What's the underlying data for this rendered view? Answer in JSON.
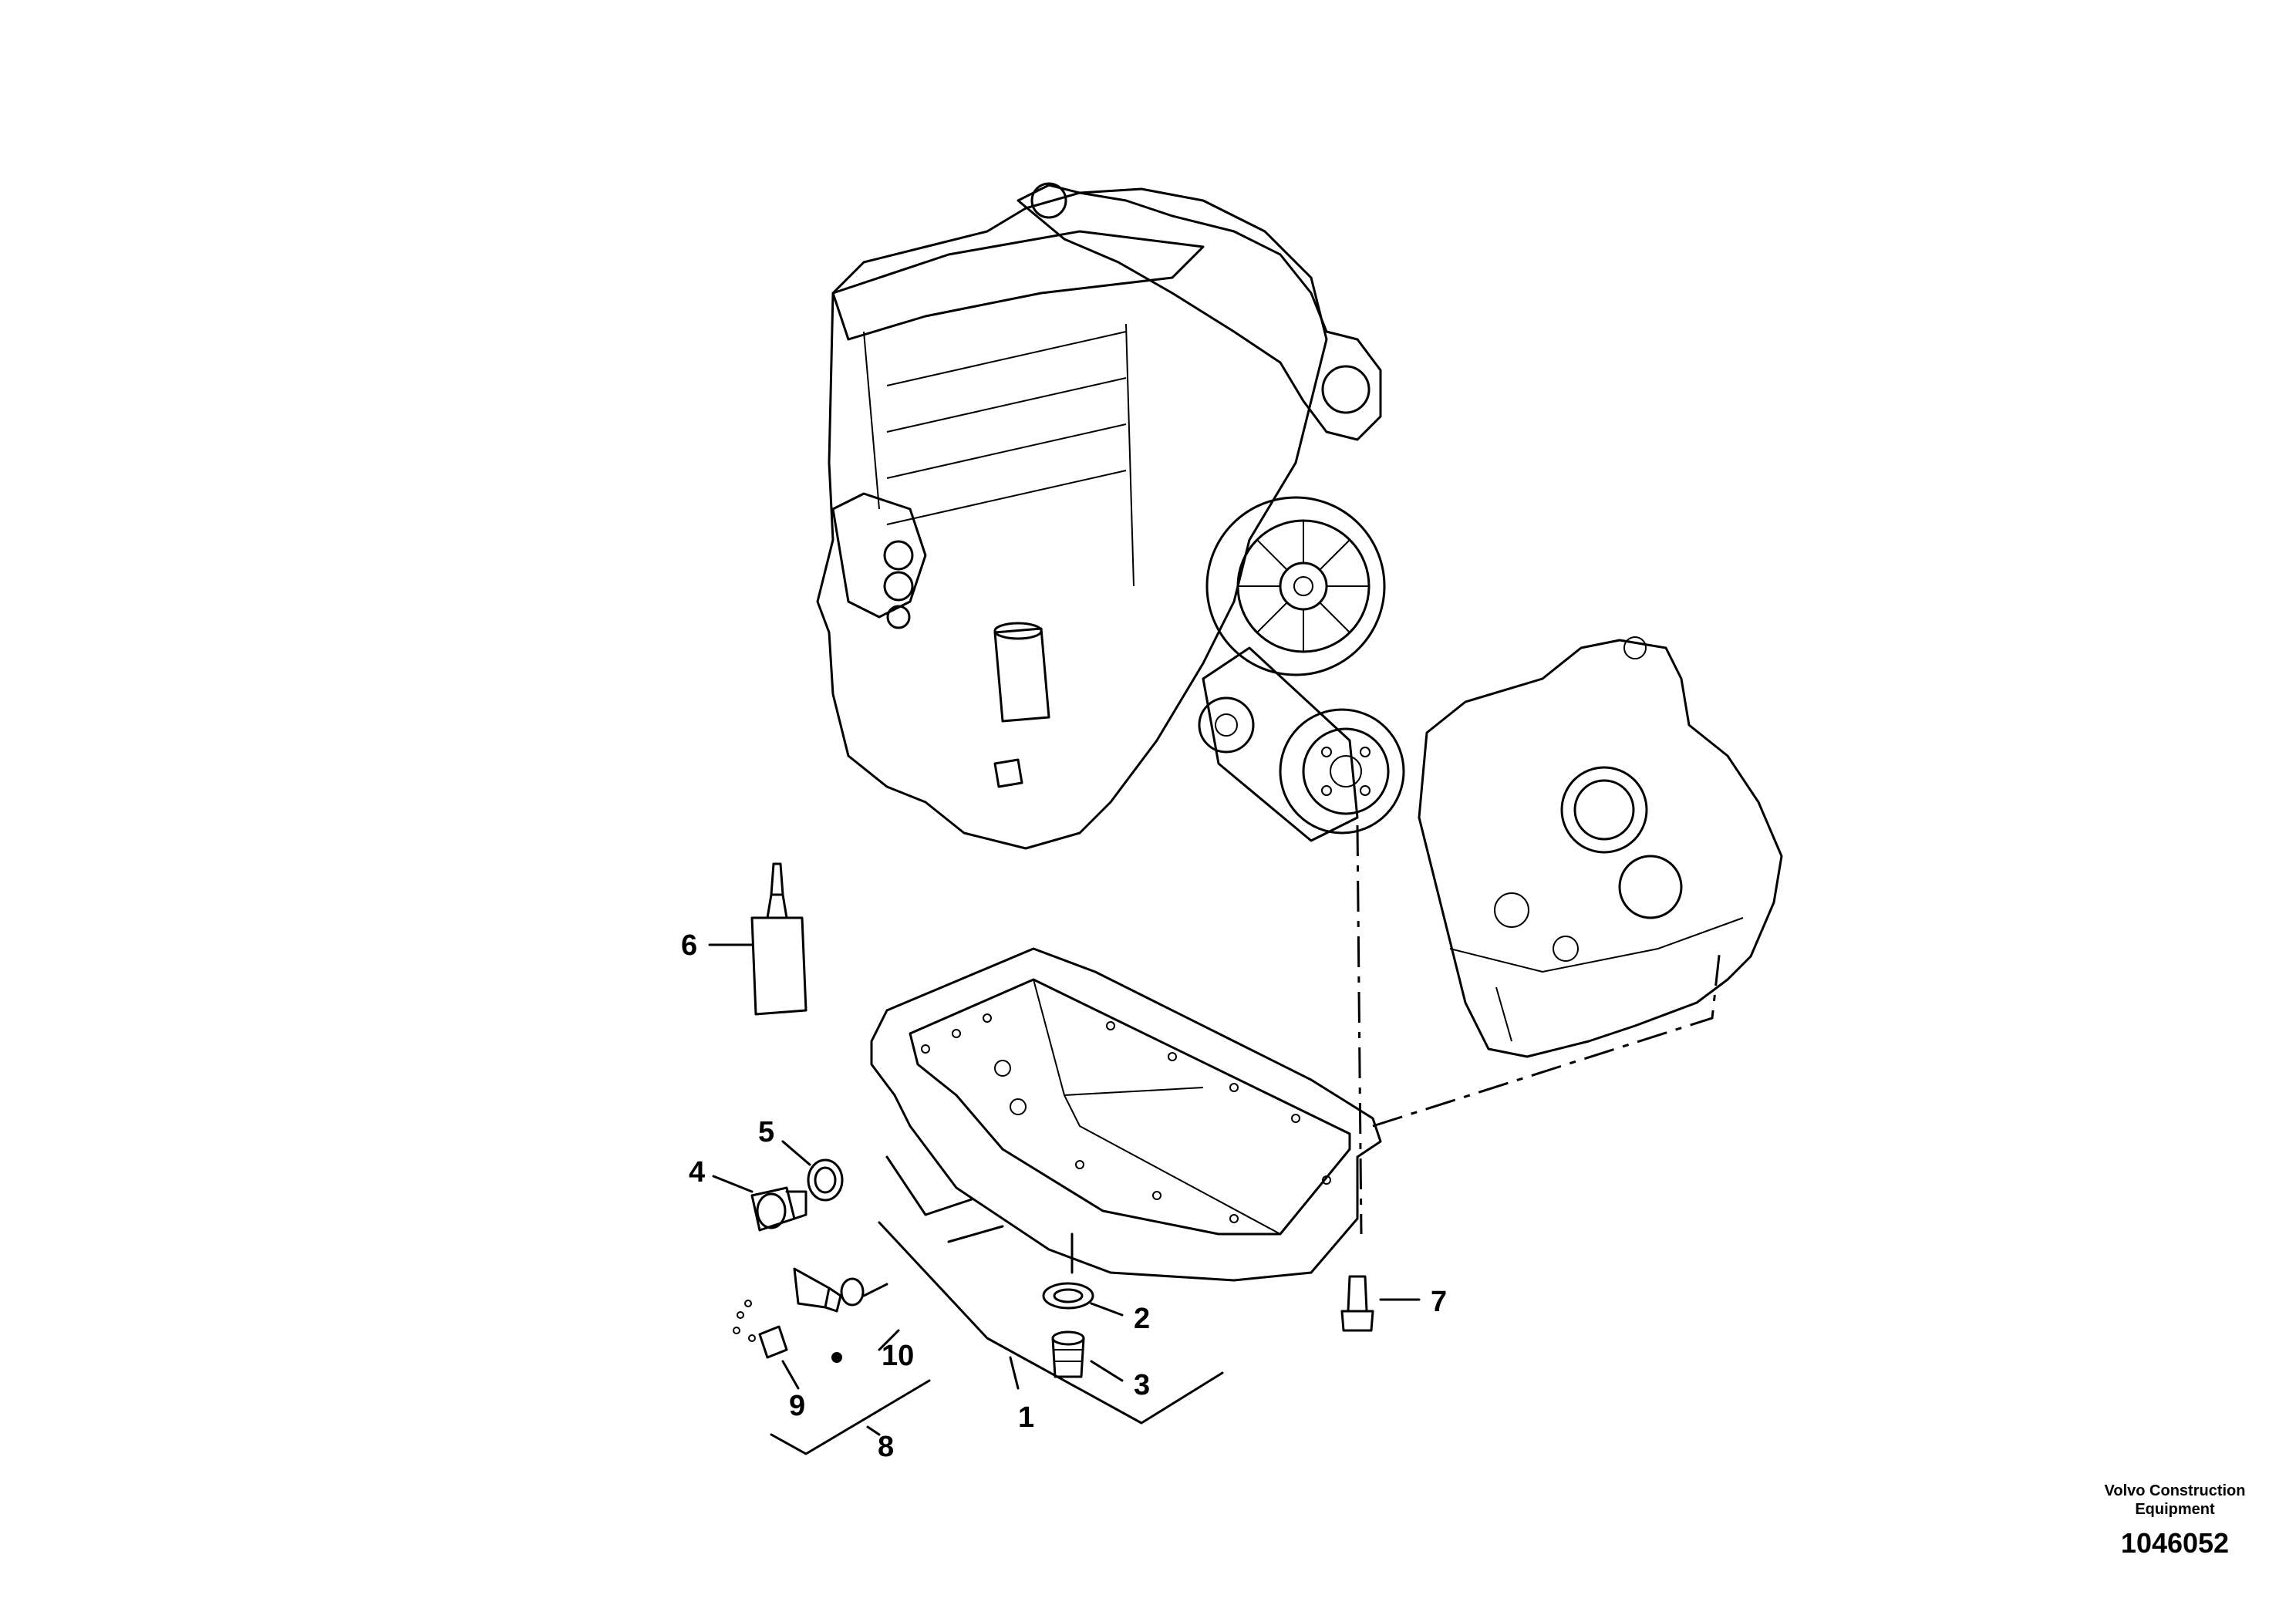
{
  "callouts": {
    "c1": "1",
    "c2": "2",
    "c3": "3",
    "c4": "4",
    "c5": "5",
    "c6": "6",
    "c7": "7",
    "c8": "8",
    "c9": "9",
    "c10": "10"
  },
  "footer": {
    "brand_line1": "Volvo Construction",
    "brand_line2": "Equipment",
    "drawing_number": "1046052"
  }
}
